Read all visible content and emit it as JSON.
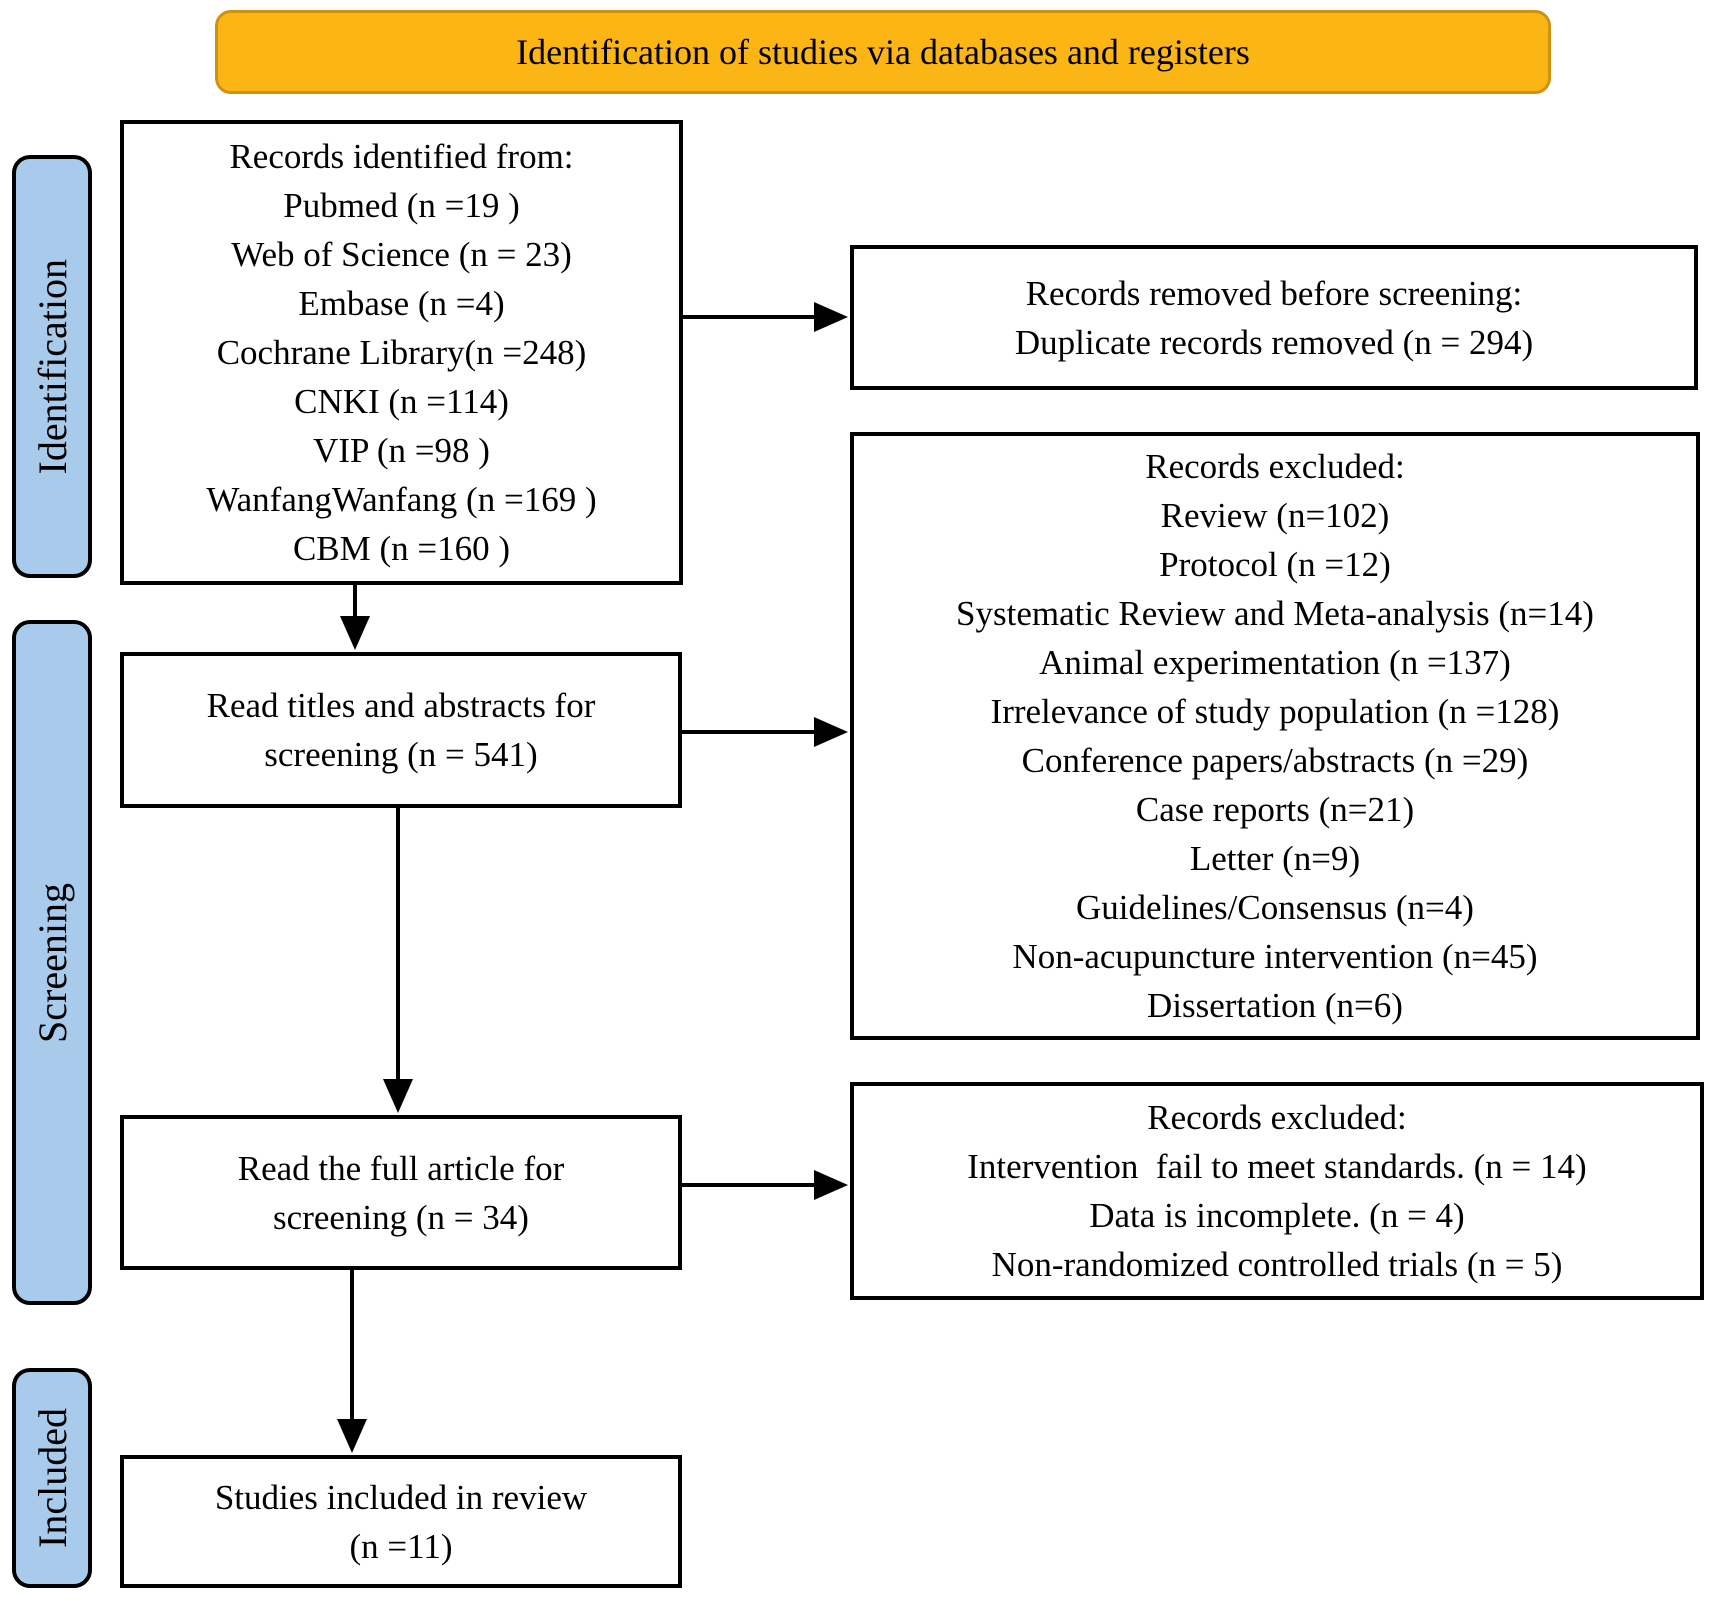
{
  "banner": {
    "label": "Identification of studies via databases and registers"
  },
  "stages": [
    {
      "label": "Identification"
    },
    {
      "label": "Screening"
    },
    {
      "label": "Included"
    }
  ],
  "boxes": {
    "records_identified": {
      "text": "Records identified from:\nPubmed (n =19 )\nWeb of Science (n = 23)\nEmbase (n =4)\nCochrane Library(n =248)\nCNKI (n =114)\nVIP (n =98 )\nWanfangWanfang (n =169 )\nCBM (n =160 )"
    },
    "records_removed": {
      "text": "Records removed before screening:\nDuplicate records removed (n = 294)"
    },
    "read_titles": {
      "text": "Read titles and abstracts for\nscreening (n = 541)"
    },
    "records_excluded_screening": {
      "text": "Records excluded:\nReview (n=102)\nProtocol (n =12)\nSystematic Review and Meta-analysis (n=14)\nAnimal experimentation (n =137)\nIrrelevance of study population (n =128)\nConference papers/abstracts (n =29)\nCase reports (n=21)\nLetter (n=9)\nGuidelines/Consensus (n=4)\nNon-acupuncture intervention (n=45)\nDissertation (n=6)"
    },
    "read_full": {
      "text": "Read the full article for\nscreening (n = 34)"
    },
    "records_excluded_full": {
      "text": "Records excluded:\nIntervention  fail to meet standards. (n = 14)\nData is incomplete. (n = 4)\nNon-randomized controlled trials (n = 5)"
    },
    "studies_included": {
      "text": "Studies included in review\n(n =11)"
    }
  },
  "colors": {
    "banner_fill": "#FBB615",
    "banner_border": "#CE9210",
    "stage_fill": "#A8CAEB",
    "box_border": "#000000",
    "arrow": "#000000"
  }
}
